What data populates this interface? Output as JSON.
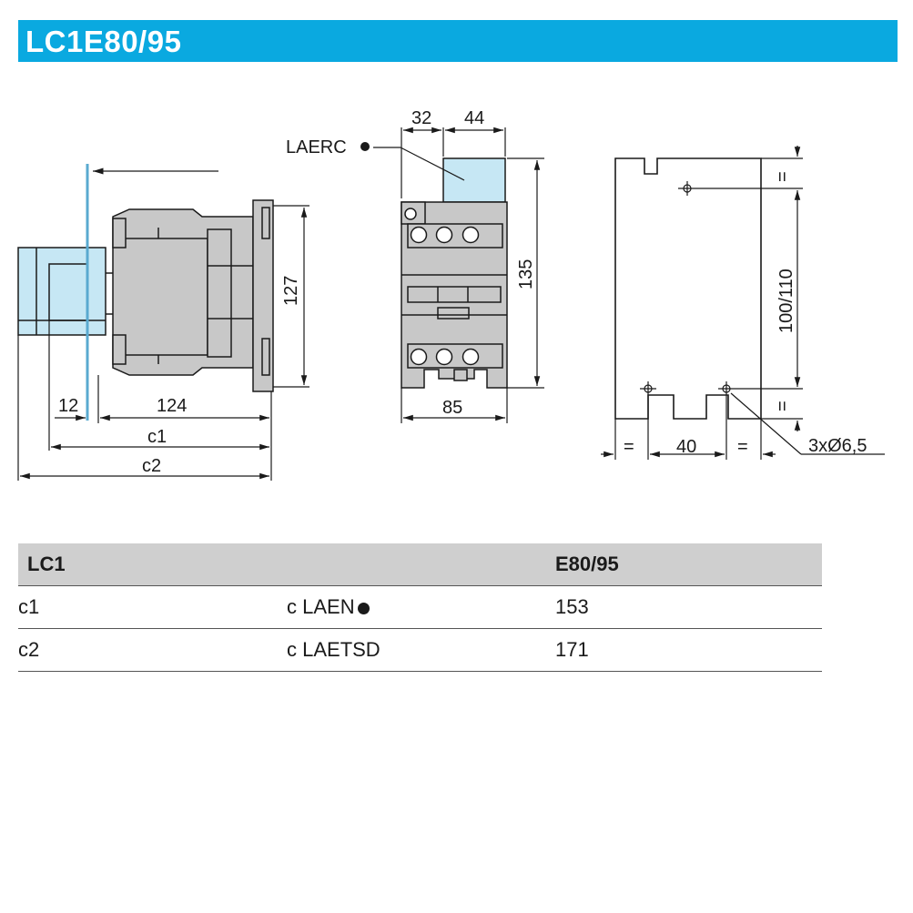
{
  "header": {
    "title": "LC1E80/95"
  },
  "diagram": {
    "side_view": {
      "dims": {
        "offset": "12",
        "body_depth": "124",
        "c1": "c1",
        "c2": "c2",
        "height": "127"
      }
    },
    "front_view": {
      "dims": {
        "top_left": "32",
        "top_right": "44",
        "height": "135",
        "width": "85"
      },
      "accessory_label": "LAERC"
    },
    "mounting_view": {
      "dims": {
        "top_equal": "=",
        "height": "100/110",
        "bottom_equal": "=",
        "spacing": "40",
        "left_equal": "=",
        "right_equal": "=",
        "holes": "3xØ6,5"
      }
    }
  },
  "table": {
    "header": {
      "col1": "LC1",
      "col2": "",
      "col3": "E80/95"
    },
    "rows": [
      {
        "col1": "c1",
        "col2": "c LAEN",
        "col3": "153"
      },
      {
        "col1": "c2",
        "col2": "c LAETSD",
        "col3": "171"
      }
    ]
  }
}
